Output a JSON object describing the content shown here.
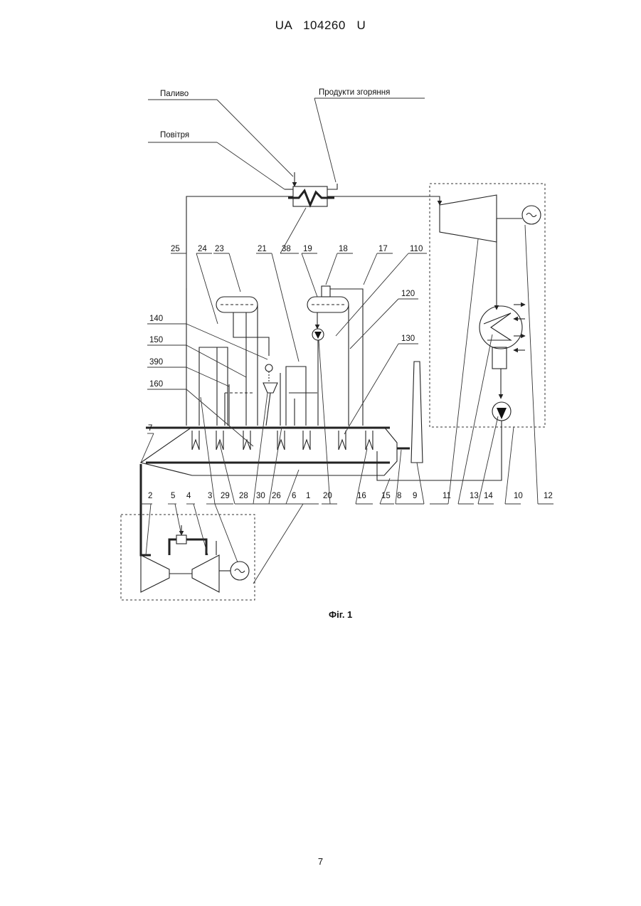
{
  "header": {
    "patent_number": "UA   104260   U"
  },
  "figure": {
    "caption": "Фіг. 1",
    "inputs": {
      "fuel_label": "Паливо",
      "air_label": "Повітря",
      "combustion_products_label": "Продукти згоряння"
    },
    "labels": {
      "n25": "25",
      "n24": "24",
      "n23": "23",
      "n21": "21",
      "n38": "38",
      "n19": "19",
      "n18": "18",
      "n17": "17",
      "n110": "110",
      "n120": "120",
      "n130": "130",
      "n140": "140",
      "n150": "150",
      "n390": "390",
      "n160": "160",
      "n7": "7",
      "n2": "2",
      "n5": "5",
      "n4": "4",
      "n3": "3",
      "n29": "29",
      "n28": "28",
      "n30": "30",
      "n26": "26",
      "n6": "6",
      "n1": "1",
      "n20": "20",
      "n16": "16",
      "n15": "15",
      "n8": "8",
      "n9": "9",
      "n11": "11",
      "n13": "13",
      "n14": "14",
      "n10": "10",
      "n12": "12"
    }
  },
  "page_number": "7"
}
